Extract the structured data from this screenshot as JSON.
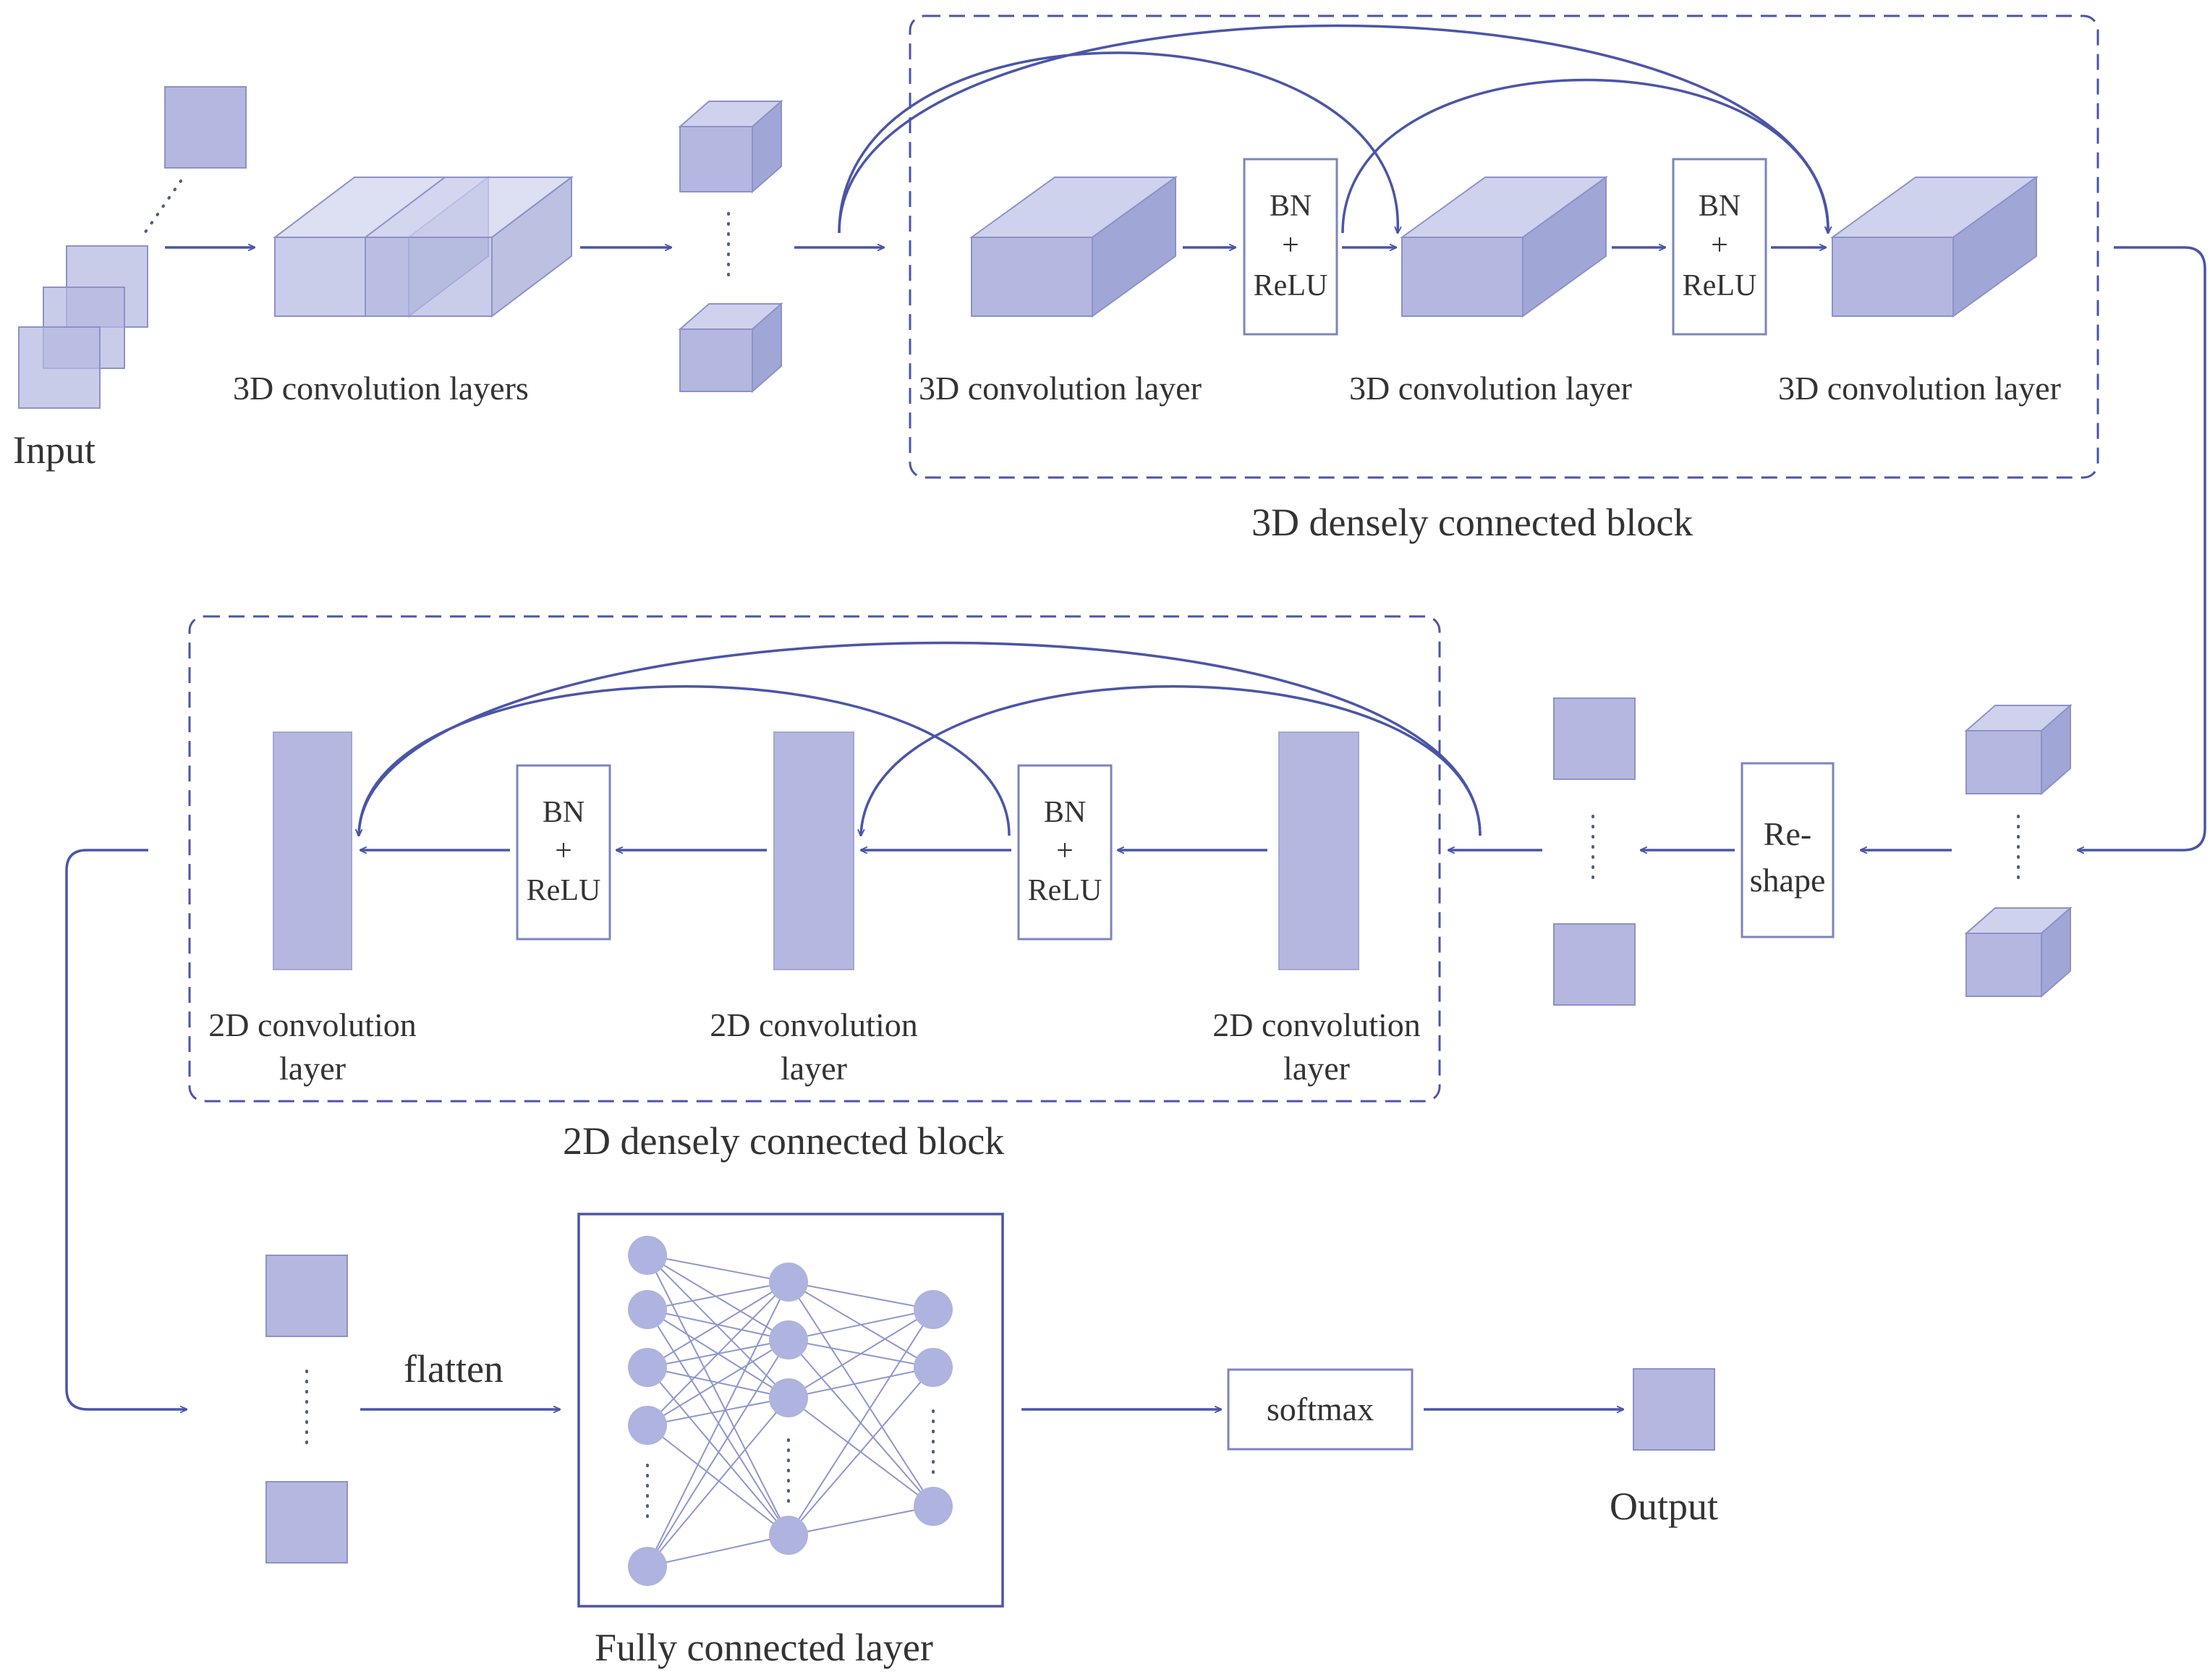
{
  "labels": {
    "input": "Input",
    "conv3d_layers": "3D convolution layers",
    "conv3d_layer": "3D convolution layer",
    "block3d": "3D densely connected block",
    "conv2d_line1": "2D convolution",
    "conv2d_line2": "layer",
    "block2d": "2D densely connected block",
    "flatten": "flatten",
    "fully_connected": "Fully connected layer",
    "softmax": "softmax",
    "output": "Output"
  },
  "bn_relu": {
    "top": "BN",
    "mid": "+",
    "bottom": "ReLU"
  },
  "reshape": {
    "line1": "Re-",
    "line2": "shape"
  },
  "colors": {
    "accent": "#4a55a8",
    "block_fill": "#b4b8e0"
  }
}
